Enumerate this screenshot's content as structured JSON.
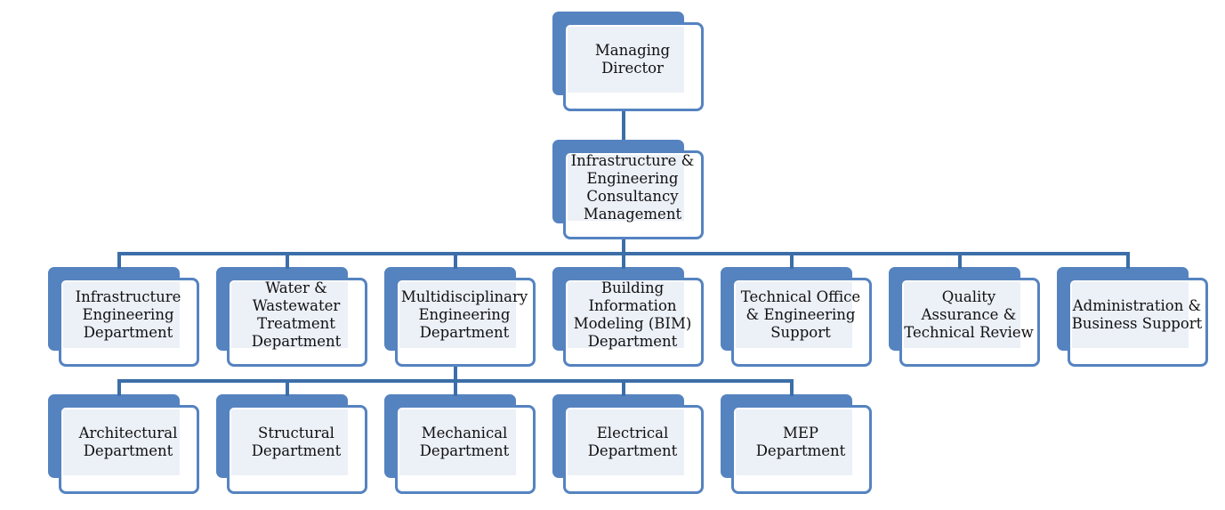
{
  "org_chart": {
    "nodes": [
      {
        "id": "md",
        "level": 0,
        "label": "Managing\nDirector"
      },
      {
        "id": "iecm",
        "level": 1,
        "parent": "md",
        "label": "Infrastructure &\nEngineering\nConsultancy\nManagement"
      },
      {
        "id": "ied",
        "level": 2,
        "parent": "iecm",
        "label": "Infrastructure\nEngineering\nDepartment"
      },
      {
        "id": "wwt",
        "level": 2,
        "parent": "iecm",
        "label": "Water &\nWastewater\nTreatment\nDepartment"
      },
      {
        "id": "med",
        "level": 2,
        "parent": "iecm",
        "label": "Multidisciplinary\nEngineering\nDepartment"
      },
      {
        "id": "bim",
        "level": 2,
        "parent": "iecm",
        "label": "Building\nInformation\nModeling (BIM)\nDepartment"
      },
      {
        "id": "tos",
        "level": 2,
        "parent": "iecm",
        "label": "Technical Office\n& Engineering\nSupport"
      },
      {
        "id": "qa",
        "level": 2,
        "parent": "iecm",
        "label": "Quality\nAssurance &\nTechnical Review"
      },
      {
        "id": "abs",
        "level": 2,
        "parent": "iecm",
        "label": "Administration &\nBusiness Support"
      },
      {
        "id": "arch",
        "level": 3,
        "parent": "med",
        "label": "Architectural\nDepartment"
      },
      {
        "id": "struct",
        "level": 3,
        "parent": "med",
        "label": "Structural\nDepartment"
      },
      {
        "id": "mech",
        "level": 3,
        "parent": "med",
        "label": "Mechanical\nDepartment"
      },
      {
        "id": "elec",
        "level": 3,
        "parent": "med",
        "label": "Electrical\nDepartment"
      },
      {
        "id": "mep",
        "level": 3,
        "parent": "med",
        "label": "MEP\nDepartment"
      }
    ],
    "colors": {
      "box_fill": "#5583c0",
      "box_border": "#5583c0",
      "inner_fill": "#ecf0f7",
      "connector": "#3c6ea8",
      "text": "#111111"
    }
  }
}
